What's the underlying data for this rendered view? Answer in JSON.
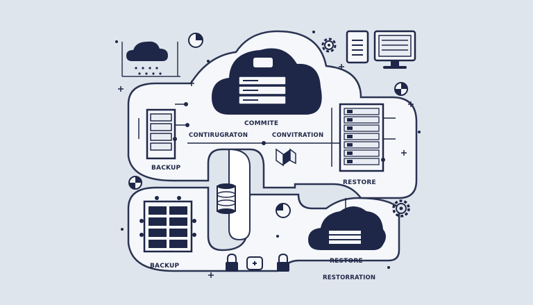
{
  "labels": {
    "commit": "COMMITE",
    "configuration": "CONTIRUGRATON",
    "convitration": "CONVITRATION",
    "backup_top": "BACKUP",
    "restore_right": "RESTORE",
    "backup_bottom": "BACKUP",
    "restore_cloud": "RESTORE",
    "restoration": "RESTORRATION"
  },
  "colors": {
    "navy": "#1f2748",
    "outline": "#2a3352",
    "panel": "#f5f7fa",
    "background": "#dfe5ec",
    "light_fill": "#e9edf3"
  },
  "icons": [
    "cloud-rain-icon",
    "cloud-server-icon",
    "server-rack-icon",
    "server-tower-icon",
    "database-icon",
    "document-stack-icon",
    "gear-icon",
    "padlock-icon",
    "monitor-icon",
    "tablet-icon",
    "pie-chart-icon",
    "first-aid-icon"
  ]
}
